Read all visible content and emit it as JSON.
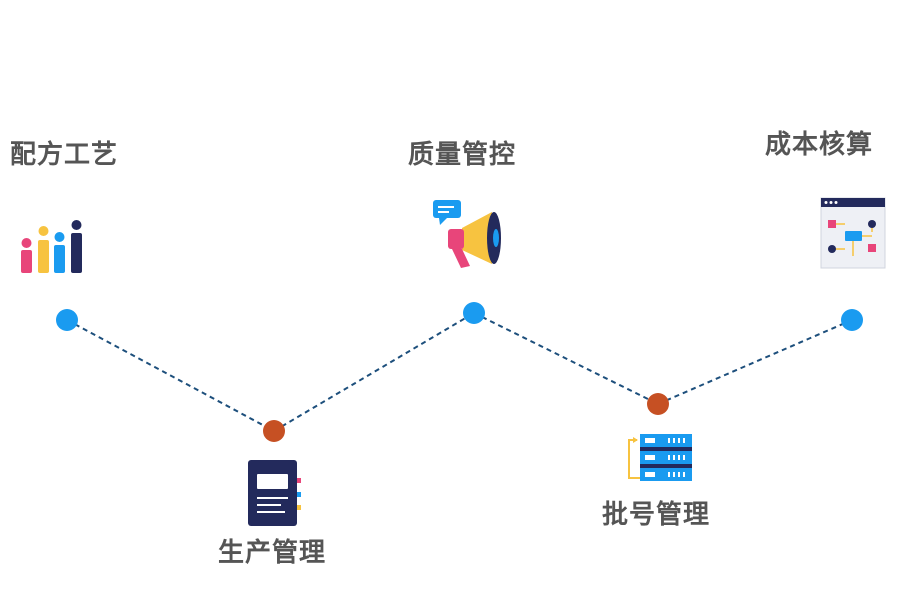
{
  "nodes": [
    {
      "id": "recipe",
      "label": "配方工艺",
      "icon": "bar-people-icon"
    },
    {
      "id": "production",
      "label": "生产管理",
      "icon": "notebook-icon"
    },
    {
      "id": "quality",
      "label": "质量管控",
      "icon": "megaphone-icon"
    },
    {
      "id": "batch",
      "label": "批号管理",
      "icon": "server-rack-icon"
    },
    {
      "id": "cost",
      "label": "成本核算",
      "icon": "flowchart-window-icon"
    }
  ],
  "colors": {
    "peak_dot": "#1a9bf0",
    "valley_dot": "#c65023",
    "connector": "#1d4f7c",
    "label_text": "#555555",
    "navy": "#232a5c",
    "pink": "#e8457a",
    "yellow": "#f7c340",
    "blue": "#1a9bf0"
  }
}
